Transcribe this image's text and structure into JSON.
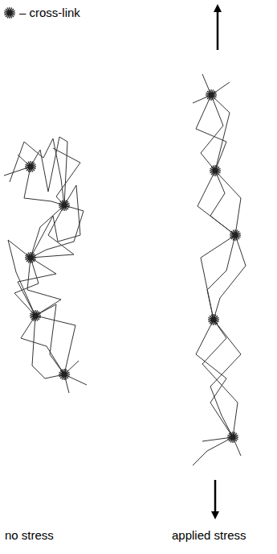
{
  "diagram": {
    "labels": [
      "no stress",
      "applied stress"
    ],
    "legend": [
      {
        "text": "– cross-link"
      }
    ]
  }
}
